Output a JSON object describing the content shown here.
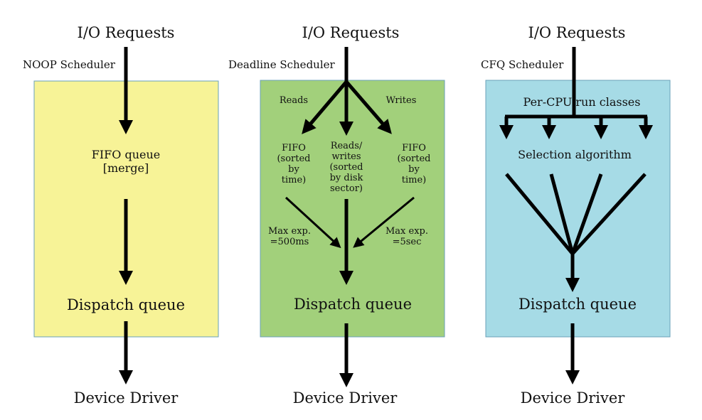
{
  "colors": {
    "noop_panel": "#f7f397",
    "deadline_panel": "#a2d07b",
    "cfq_panel": "#a6dbe6",
    "arrow": "#000000"
  },
  "noop": {
    "input": "I/O Requests",
    "scheduler": "NOOP Scheduler",
    "queue_line1": "FIFO queue",
    "queue_line2": "[merge]",
    "dispatch": "Dispatch queue",
    "output": "Device Driver"
  },
  "deadline": {
    "input": "I/O Requests",
    "scheduler": "Deadline Scheduler",
    "reads": "Reads",
    "writes": "Writes",
    "left_fifo": [
      "FIFO",
      "(sorted",
      "by",
      "time)"
    ],
    "middle": [
      "Reads/",
      "writes",
      "(sorted",
      "by disk",
      "sector)"
    ],
    "right_fifo": [
      "FIFO",
      "(sorted",
      "by",
      "time)"
    ],
    "left_exp": [
      "Max exp.",
      "=500ms"
    ],
    "right_exp": [
      "Max exp.",
      "=5sec"
    ],
    "dispatch": "Dispatch queue",
    "output": "Device Driver"
  },
  "cfq": {
    "input": "I/O Requests",
    "scheduler": "CFQ Scheduler",
    "run_classes": "Per-CPU run classes",
    "selection": "Selection algorithm",
    "dispatch": "Dispatch queue",
    "output": "Device Driver"
  }
}
